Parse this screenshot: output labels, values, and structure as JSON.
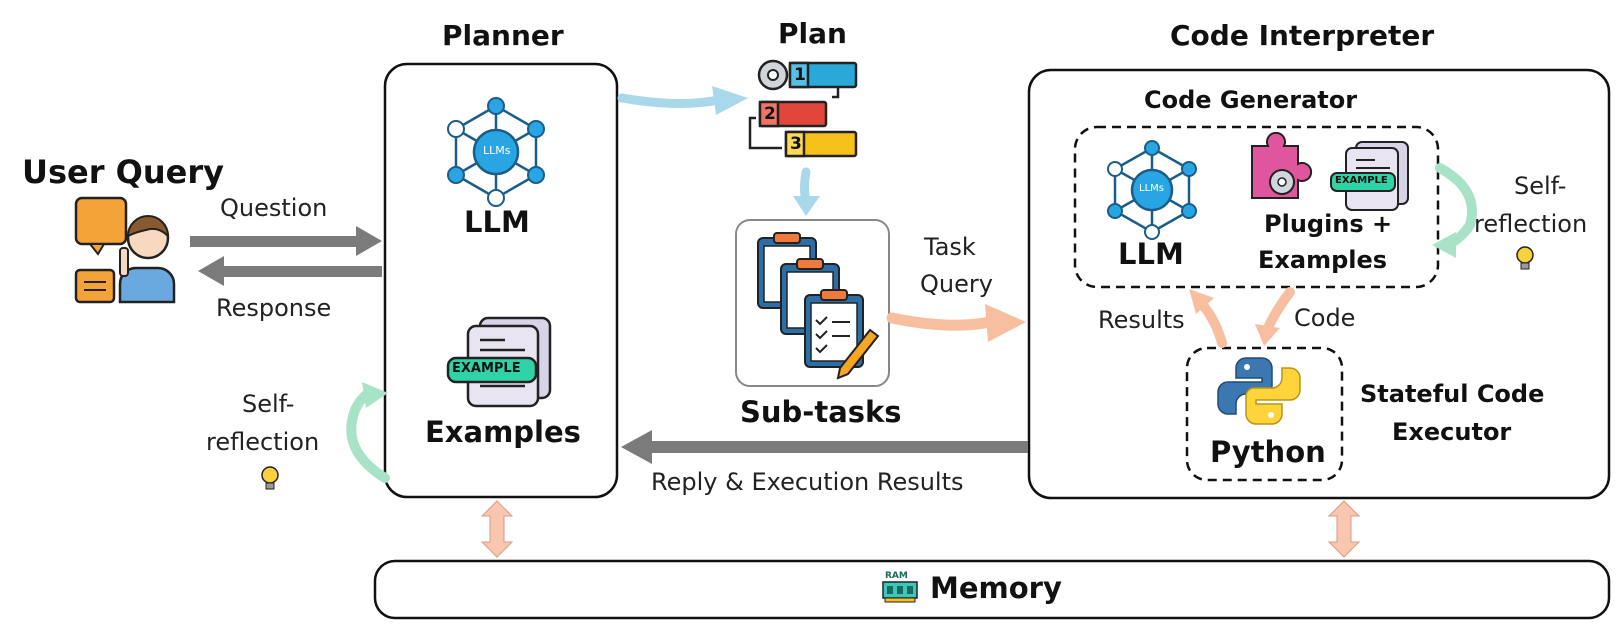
{
  "user": {
    "title": "User Query"
  },
  "links": {
    "question": "Question",
    "response": "Response",
    "task_query_1": "Task",
    "task_query_2": "Query",
    "reply": "Reply & Execution Results",
    "results": "Results",
    "code": "Code"
  },
  "planner": {
    "title": "Planner",
    "llm_label": "LLM",
    "llm_badge": "LLMs",
    "examples_label": "Examples",
    "example_tag": "EXAMPLE",
    "self_reflection_1": "Self-",
    "self_reflection_2": "reflection"
  },
  "plan": {
    "title": "Plan",
    "steps": [
      "1",
      "2",
      "3"
    ]
  },
  "subtasks": {
    "label": "Sub-tasks"
  },
  "interpreter": {
    "title": "Code Interpreter",
    "generator": {
      "title": "Code Generator",
      "llm_label": "LLM",
      "llm_badge": "LLMs",
      "plugins_1": "Plugins +",
      "plugins_2": "Examples",
      "example_tag": "EXAMPLE"
    },
    "executor": {
      "python_label": "Python",
      "title_1": "Stateful Code",
      "title_2": "Executor"
    },
    "self_reflection_1": "Self-",
    "self_reflection_2": "reflection"
  },
  "memory": {
    "label": "Memory",
    "ram_tag": "RAM"
  },
  "colors": {
    "gray_arrow": "#7b7b7b",
    "blue_arrow": "#a9d8ea",
    "peach_arrow": "#f7bfa0",
    "green_arrow": "#a9e3c7",
    "memory_arrow": "#f9c7b0",
    "node_blue": "#2aa5e3"
  }
}
